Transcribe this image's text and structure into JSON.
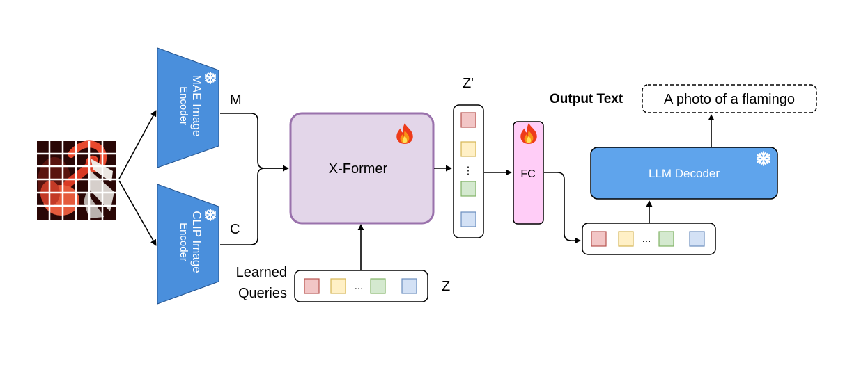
{
  "encoders": {
    "mae": {
      "line1": "MAE Image",
      "line2": "Encoder",
      "feature_label": "M"
    },
    "clip": {
      "line1": "CLIP Image",
      "line2": "Encoder",
      "feature_label": "C"
    }
  },
  "xformer": {
    "label": "X-Former"
  },
  "queries": {
    "label_line1": "Learned",
    "label_line2": "Queries",
    "symbol": "Z",
    "ellipsis": "..."
  },
  "zprime": {
    "symbol": "Z'",
    "ellipsis": "⋮"
  },
  "fc": {
    "label": "FC"
  },
  "llm_tokens": {
    "ellipsis": "..."
  },
  "llm": {
    "label": "LLM Decoder"
  },
  "output": {
    "title": "Output Text",
    "text": "A photo of a flamingo"
  },
  "icons": {
    "frozen": "snowflake-icon",
    "trainable": "fire-icon"
  },
  "colors": {
    "encoder_fill": "#4a8fdc",
    "xformer_fill": "#e3d6e9",
    "xformer_border": "#9a72ac",
    "fc_fill": "#ffcdf7",
    "llm_fill": "#5fa4ec",
    "token_red": "#f2c6c6",
    "token_yellow": "#fff0c6",
    "token_green": "#d4e9cf",
    "token_blue": "#d3e1f5"
  }
}
